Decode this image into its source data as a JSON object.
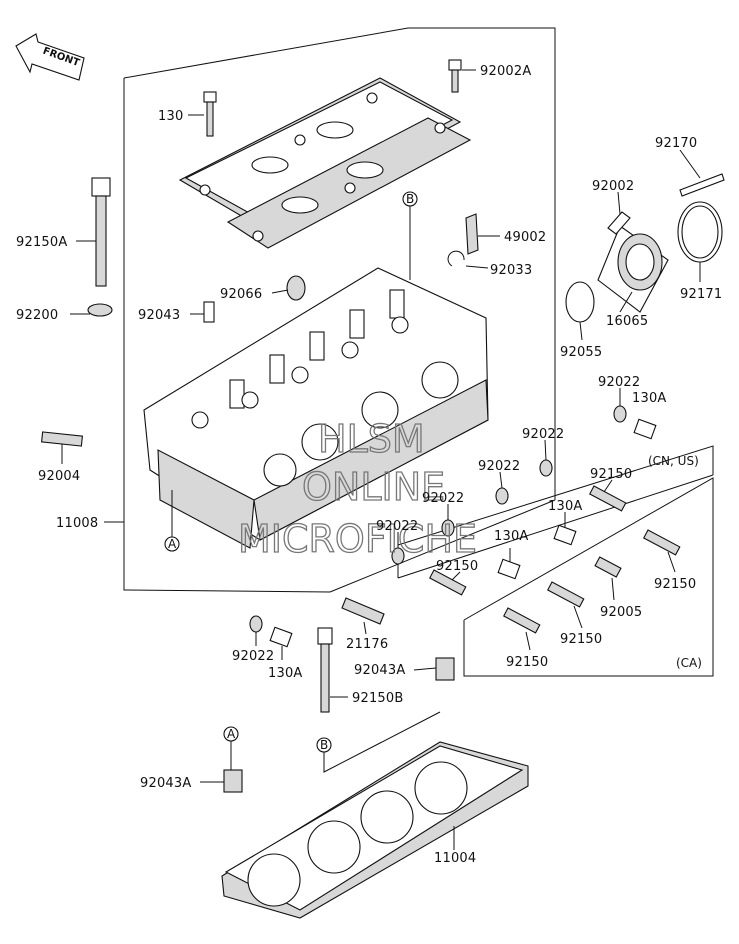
{
  "front_arrow": {
    "text": "FRONT"
  },
  "watermark": {
    "line1": "HLSM",
    "line2": "ONLINE",
    "line3": "MICROFICHE"
  },
  "region_labels": {
    "cn_us": "(CN, US)",
    "ca": "(CA)"
  },
  "refs": {
    "a1": "A",
    "a2": "A",
    "b1": "B",
    "b2": "B"
  },
  "labels": {
    "p92002A": "92002A",
    "p130": "130",
    "p92150A": "92150A",
    "p92200": "92200",
    "p92043": "92043",
    "p92066": "92066",
    "p49002": "49002",
    "p92033": "92033",
    "p92170": "92170",
    "p92002": "92002",
    "p92171": "92171",
    "p16065": "16065",
    "p92055": "92055",
    "p92022_a": "92022",
    "p130A_a": "130A",
    "p92022_b": "92022",
    "p92022_c": "92022",
    "p92022_d": "92022",
    "p92022_e": "92022",
    "p92004": "92004",
    "p11008": "11008",
    "p92150_a": "92150",
    "p130A_b": "130A",
    "p130A_c": "130A",
    "p92150_b": "92150",
    "p92150_c": "92150",
    "p92005": "92005",
    "p92150_d": "92150",
    "p92150_e": "92150",
    "p21176": "21176",
    "p92022_f": "92022",
    "p130A_d": "130A",
    "p92043A_a": "92043A",
    "p92150B": "92150B",
    "p92043A_b": "92043A",
    "p11004": "11004"
  }
}
